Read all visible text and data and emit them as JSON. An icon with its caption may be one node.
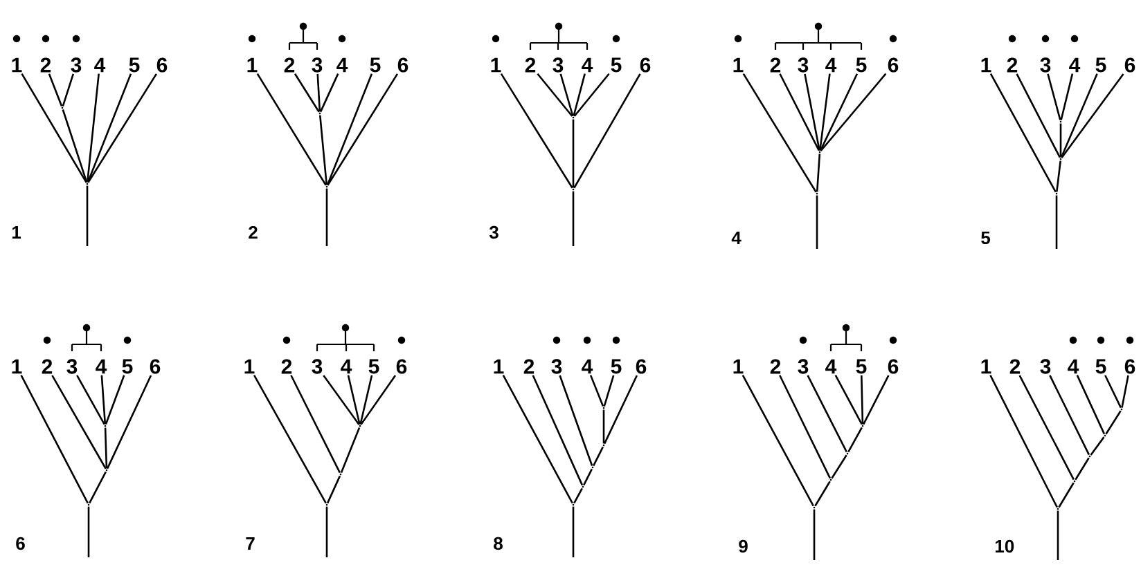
{
  "diagram": {
    "nodes": [
      {
        "text": [
          "1"
        ]
      },
      {
        "text": [
          "2"
        ]
      },
      {
        "text": [
          "3"
        ]
      },
      {
        "text": [
          "4"
        ]
      },
      {
        "text": [
          "5"
        ]
      },
      {
        "text": [
          "6"
        ]
      },
      {
        "text": [],
        "shape": "point"
      },
      {
        "text": [],
        "shape": "point"
      },
      {
        "text": [
          "1"
        ]
      },
      {
        "text": [
          "2"
        ]
      },
      {
        "text": [
          "3"
        ]
      },
      {
        "text": [
          "4"
        ]
      },
      {
        "text": [
          "5"
        ]
      },
      {
        "text": [
          "6"
        ]
      },
      {
        "text": [],
        "shape": "point"
      },
      {
        "text": [],
        "shape": "point"
      },
      {
        "text": [
          "1"
        ]
      },
      {
        "text": [
          "2"
        ]
      },
      {
        "text": [
          "3"
        ]
      },
      {
        "text": [
          "4"
        ]
      },
      {
        "text": [
          "5"
        ]
      },
      {
        "text": [
          "6"
        ]
      },
      {
        "text": [],
        "shape": "point"
      },
      {
        "text": [],
        "shape": "point"
      },
      {
        "text": [
          "1"
        ]
      },
      {
        "text": [
          "2"
        ]
      },
      {
        "text": [
          "3"
        ]
      },
      {
        "text": [
          "4"
        ]
      },
      {
        "text": [
          "5"
        ]
      },
      {
        "text": [
          "6"
        ]
      },
      {
        "text": [],
        "shape": "point"
      },
      {
        "text": [],
        "shape": "point"
      },
      {
        "text": [
          "1"
        ]
      },
      {
        "text": [
          "2"
        ]
      },
      {
        "text": [
          "3"
        ]
      },
      {
        "text": [
          "4"
        ]
      },
      {
        "text": [
          "5"
        ]
      },
      {
        "text": [
          "6"
        ]
      },
      {
        "text": [],
        "shape": "point"
      },
      {
        "text": [],
        "shape": "point"
      },
      {
        "text": [],
        "shape": "point"
      },
      {
        "text": [
          "1"
        ]
      },
      {
        "text": [
          "2"
        ]
      },
      {
        "text": [
          "3"
        ]
      },
      {
        "text": [
          "4"
        ]
      },
      {
        "text": [
          "5"
        ]
      },
      {
        "text": [
          "6"
        ]
      },
      {
        "text": [],
        "shape": "point"
      },
      {
        "text": [],
        "shape": "point"
      },
      {
        "text": [],
        "shape": "point"
      },
      {
        "text": [
          "1"
        ]
      },
      {
        "text": [
          "2"
        ]
      },
      {
        "text": [
          "3"
        ]
      },
      {
        "text": [
          "4"
        ]
      },
      {
        "text": [
          "5"
        ]
      },
      {
        "text": [
          "6"
        ]
      },
      {
        "text": [],
        "shape": "point"
      },
      {
        "text": [],
        "shape": "point"
      },
      {
        "text": [],
        "shape": "point"
      },
      {
        "text": [
          "1"
        ]
      },
      {
        "text": [
          "2"
        ]
      },
      {
        "text": [
          "3"
        ]
      },
      {
        "text": [
          "4"
        ]
      },
      {
        "text": [
          "5"
        ]
      },
      {
        "text": [
          "6"
        ]
      },
      {
        "text": [],
        "shape": "point"
      },
      {
        "text": [],
        "shape": "point"
      },
      {
        "text": [],
        "shape": "point"
      },
      {
        "text": [],
        "shape": "point"
      },
      {
        "text": [],
        "shape": "point"
      },
      {
        "text": [
          "1"
        ]
      },
      {
        "text": [
          "2"
        ]
      },
      {
        "text": [
          "3"
        ]
      },
      {
        "text": [
          "4"
        ]
      },
      {
        "text": [
          "5"
        ]
      },
      {
        "text": [
          "6"
        ]
      },
      {
        "text": [],
        "shape": "point"
      },
      {
        "text": [],
        "shape": "point"
      },
      {
        "text": [],
        "shape": "point"
      },
      {
        "text": [],
        "shape": "point"
      },
      {
        "text": [
          "1"
        ]
      },
      {
        "text": [
          "2"
        ]
      },
      {
        "text": [
          "3"
        ]
      },
      {
        "text": [
          "4"
        ]
      },
      {
        "text": [
          "5"
        ]
      },
      {
        "text": [
          "6"
        ]
      },
      {
        "text": [],
        "shape": "point"
      },
      {
        "text": [],
        "shape": "point"
      },
      {
        "text": [],
        "shape": "point"
      },
      {
        "text": [],
        "shape": "point"
      },
      {
        "text": [],
        "shape": "point"
      }
    ],
    "edges": [
      {
        "from": 0,
        "to": 7,
        "arrow": "none"
      },
      {
        "from": 1,
        "to": 6,
        "arrow": "none"
      },
      {
        "from": 2,
        "to": 6,
        "arrow": "none"
      },
      {
        "from": 6,
        "to": 7,
        "arrow": "none"
      },
      {
        "from": 3,
        "to": 7,
        "arrow": "none"
      },
      {
        "from": 4,
        "to": 7,
        "arrow": "none"
      },
      {
        "from": 5,
        "to": 7,
        "arrow": "none"
      },
      {
        "from": 7,
        "to": null,
        "arrow": "none"
      },
      {
        "from": 8,
        "to": 15,
        "arrow": "none"
      },
      {
        "from": 9,
        "to": 14,
        "arrow": "none"
      },
      {
        "from": 10,
        "to": 14,
        "arrow": "none"
      },
      {
        "from": 11,
        "to": 14,
        "arrow": "none"
      },
      {
        "from": 14,
        "to": 15,
        "arrow": "none"
      },
      {
        "from": 12,
        "to": 15,
        "arrow": "none"
      },
      {
        "from": 13,
        "to": 15,
        "arrow": "none"
      },
      {
        "from": 15,
        "to": null,
        "arrow": "none"
      },
      {
        "from": 16,
        "to": 23,
        "arrow": "none"
      },
      {
        "from": 17,
        "to": 22,
        "arrow": "none"
      },
      {
        "from": 18,
        "to": 22,
        "arrow": "none"
      },
      {
        "from": 19,
        "to": 22,
        "arrow": "none"
      },
      {
        "from": 20,
        "to": 22,
        "arrow": "none"
      },
      {
        "from": 22,
        "to": 23,
        "arrow": "none"
      },
      {
        "from": 21,
        "to": 23,
        "arrow": "none"
      },
      {
        "from": 23,
        "to": null,
        "arrow": "none"
      },
      {
        "from": 24,
        "to": 31,
        "arrow": "none"
      },
      {
        "from": 25,
        "to": 30,
        "arrow": "none"
      },
      {
        "from": 26,
        "to": 30,
        "arrow": "none"
      },
      {
        "from": 27,
        "to": 30,
        "arrow": "none"
      },
      {
        "from": 28,
        "to": 30,
        "arrow": "none"
      },
      {
        "from": 29,
        "to": 30,
        "arrow": "none"
      },
      {
        "from": 30,
        "to": 31,
        "arrow": "none"
      },
      {
        "from": 31,
        "to": null,
        "arrow": "none"
      },
      {
        "from": 32,
        "to": 40,
        "arrow": "none"
      },
      {
        "from": 33,
        "to": 39,
        "arrow": "none"
      },
      {
        "from": 34,
        "to": 38,
        "arrow": "none"
      },
      {
        "from": 35,
        "to": 38,
        "arrow": "none"
      },
      {
        "from": 38,
        "to": 39,
        "arrow": "none"
      },
      {
        "from": 36,
        "to": 39,
        "arrow": "none"
      },
      {
        "from": 37,
        "to": 39,
        "arrow": "none"
      },
      {
        "from": 39,
        "to": 40,
        "arrow": "none"
      },
      {
        "from": 40,
        "to": null,
        "arrow": "none"
      },
      {
        "from": 41,
        "to": 49,
        "arrow": "none"
      },
      {
        "from": 42,
        "to": 48,
        "arrow": "none"
      },
      {
        "from": 43,
        "to": 47,
        "arrow": "none"
      },
      {
        "from": 44,
        "to": 47,
        "arrow": "none"
      },
      {
        "from": 45,
        "to": 47,
        "arrow": "none"
      },
      {
        "from": 47,
        "to": 48,
        "arrow": "none"
      },
      {
        "from": 46,
        "to": 48,
        "arrow": "none"
      },
      {
        "from": 48,
        "to": 49,
        "arrow": "none"
      },
      {
        "from": 49,
        "to": null,
        "arrow": "none"
      },
      {
        "from": 50,
        "to": 58,
        "arrow": "none"
      },
      {
        "from": 51,
        "to": 57,
        "arrow": "none"
      },
      {
        "from": 52,
        "to": 56,
        "arrow": "none"
      },
      {
        "from": 53,
        "to": 56,
        "arrow": "none"
      },
      {
        "from": 54,
        "to": 56,
        "arrow": "none"
      },
      {
        "from": 55,
        "to": 56,
        "arrow": "none"
      },
      {
        "from": 56,
        "to": 57,
        "arrow": "none"
      },
      {
        "from": 57,
        "to": 58,
        "arrow": "none"
      },
      {
        "from": 58,
        "to": null,
        "arrow": "none"
      },
      {
        "from": 59,
        "to": 69,
        "arrow": "none"
      },
      {
        "from": 60,
        "to": 68,
        "arrow": "none"
      },
      {
        "from": 61,
        "to": 67,
        "arrow": "none"
      },
      {
        "from": 62,
        "to": 65,
        "arrow": "none"
      },
      {
        "from": 63,
        "to": 65,
        "arrow": "none"
      },
      {
        "from": 65,
        "to": 66,
        "arrow": "none"
      },
      {
        "from": 64,
        "to": 66,
        "arrow": "none"
      },
      {
        "from": 66,
        "to": 67,
        "arrow": "none"
      },
      {
        "from": 67,
        "to": 68,
        "arrow": "none"
      },
      {
        "from": 68,
        "to": 69,
        "arrow": "none"
      },
      {
        "from": 69,
        "to": null,
        "arrow": "none"
      },
      {
        "from": 70,
        "to": 79,
        "arrow": "none"
      },
      {
        "from": 71,
        "to": 78,
        "arrow": "none"
      },
      {
        "from": 72,
        "to": 77,
        "arrow": "none"
      },
      {
        "from": 73,
        "to": 76,
        "arrow": "none"
      },
      {
        "from": 74,
        "to": 76,
        "arrow": "none"
      },
      {
        "from": 75,
        "to": 76,
        "arrow": "none"
      },
      {
        "from": 76,
        "to": 77,
        "arrow": "none"
      },
      {
        "from": 77,
        "to": 78,
        "arrow": "none"
      },
      {
        "from": 78,
        "to": 79,
        "arrow": "none"
      },
      {
        "from": 79,
        "to": null,
        "arrow": "none"
      },
      {
        "from": 80,
        "to": 90,
        "arrow": "none"
      },
      {
        "from": 81,
        "to": 89,
        "arrow": "none"
      },
      {
        "from": 82,
        "to": 88,
        "arrow": "none"
      },
      {
        "from": 83,
        "to": 87,
        "arrow": "none"
      },
      {
        "from": 84,
        "to": 86,
        "arrow": "none"
      },
      {
        "from": 85,
        "to": 86,
        "arrow": "none"
      },
      {
        "from": 86,
        "to": 87,
        "arrow": "none"
      },
      {
        "from": 87,
        "to": 88,
        "arrow": "none"
      },
      {
        "from": 88,
        "to": 89,
        "arrow": "none"
      },
      {
        "from": 89,
        "to": 90,
        "arrow": "none"
      },
      {
        "from": 90,
        "to": null,
        "arrow": "none"
      }
    ],
    "labels": [
      "1",
      "2",
      "3",
      "4",
      "5",
      "6",
      "7",
      "8",
      "9",
      "10"
    ]
  }
}
